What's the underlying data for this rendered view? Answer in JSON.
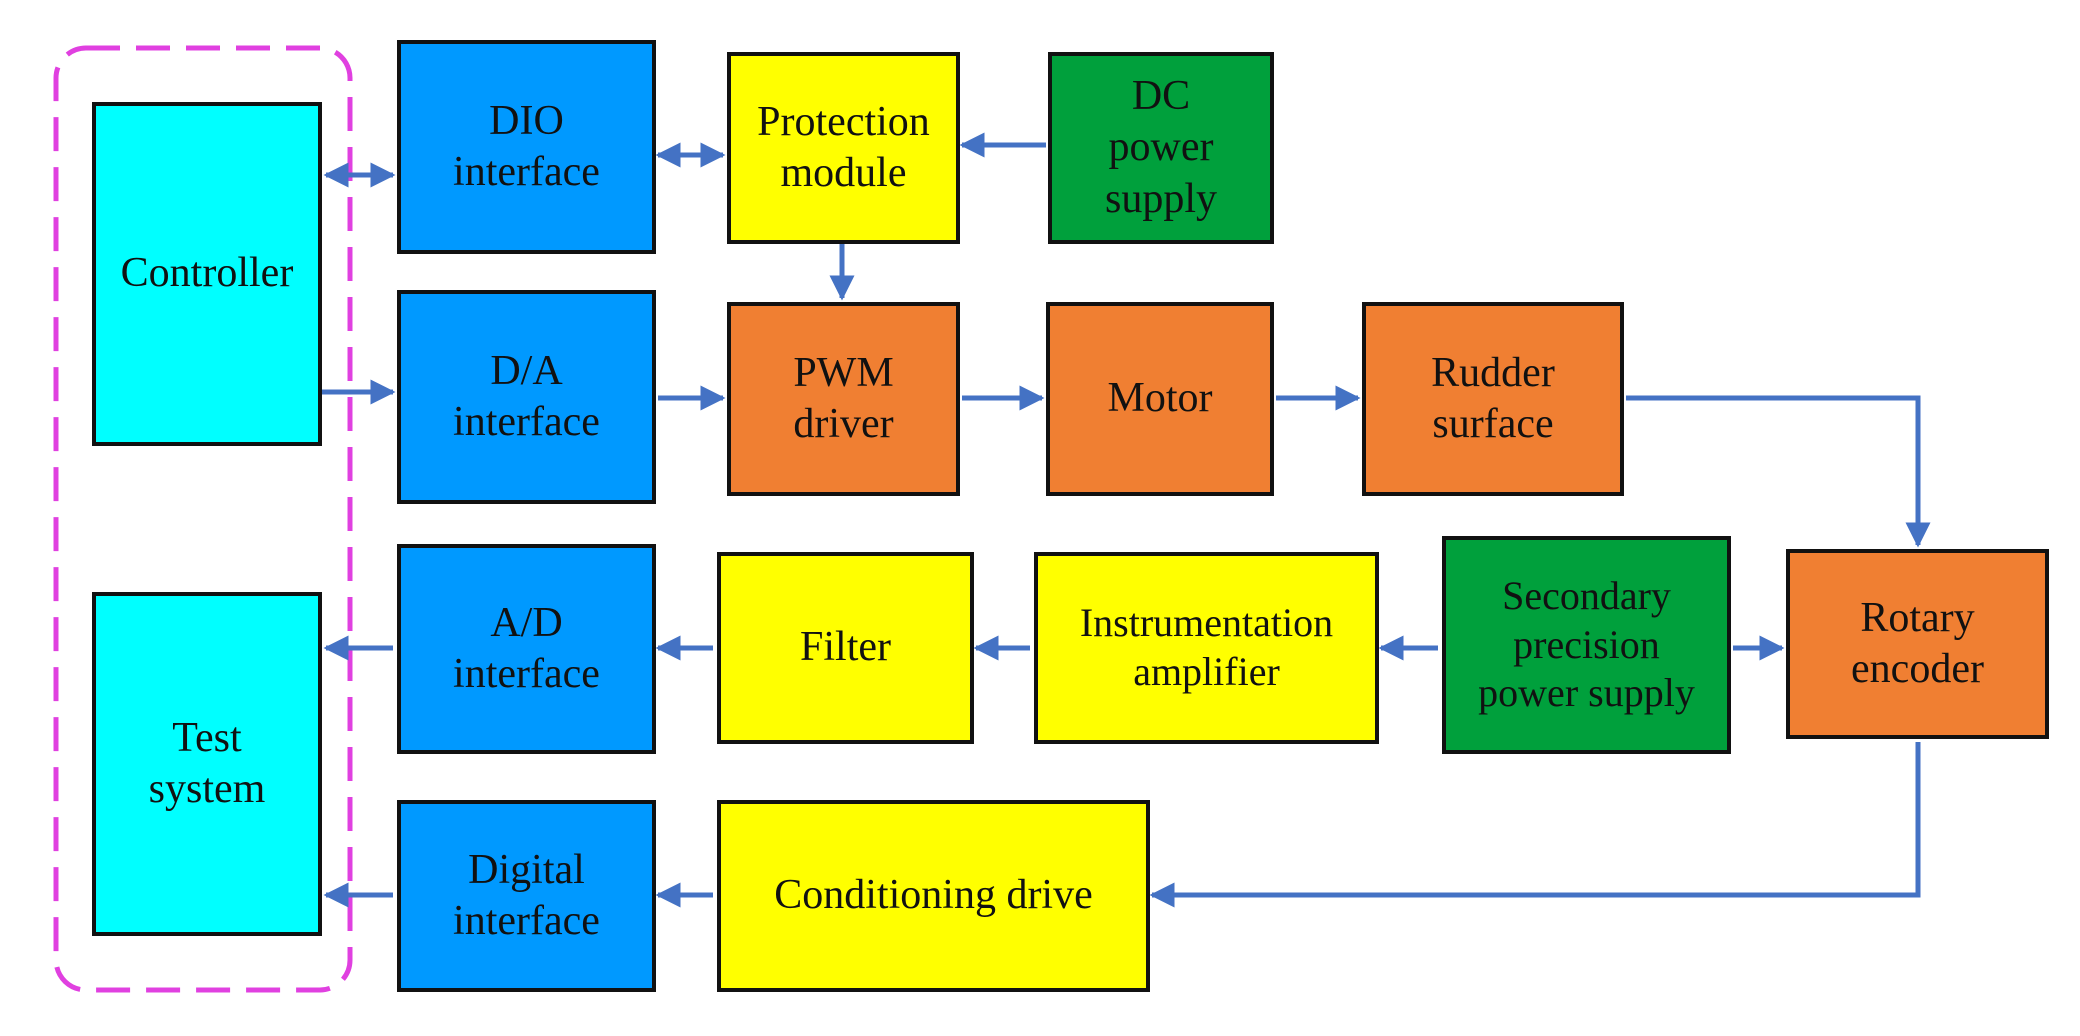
{
  "colors": {
    "cyan_block": "#00ffff",
    "interface_block": "#0099ff",
    "yellow_block": "#ffff00",
    "green_block": "#00a03c",
    "orange_block": "#f07f32",
    "arrow": "#4472c4",
    "dashed_group": "#e040e0"
  },
  "blocks": {
    "controller": "Controller",
    "test_system": "Test\nsystem",
    "dio_interface": "DIO\ninterface",
    "da_interface": "D/A\ninterface",
    "ad_interface": "A/D\ninterface",
    "digital_interface": "Digital\ninterface",
    "protection_module": "Protection\nmodule",
    "dc_power_supply": "DC\npower\nsupply",
    "pwm_driver": "PWM\ndriver",
    "motor": "Motor",
    "rudder_surface": "Rudder\nsurface",
    "filter": "Filter",
    "instrumentation_amplifier": "Instrumentation\namplifier",
    "secondary_power_supply": "Secondary\nprecision\npower supply",
    "rotary_encoder": "Rotary\nencoder",
    "conditioning_drive": "Conditioning drive"
  },
  "connections": [
    {
      "from": "controller",
      "to": "dio_interface",
      "direction": "bidirectional"
    },
    {
      "from": "dio_interface",
      "to": "protection_module",
      "direction": "bidirectional"
    },
    {
      "from": "dc_power_supply",
      "to": "protection_module",
      "direction": "forward"
    },
    {
      "from": "protection_module",
      "to": "pwm_driver",
      "direction": "forward"
    },
    {
      "from": "controller",
      "to": "da_interface",
      "direction": "forward"
    },
    {
      "from": "da_interface",
      "to": "pwm_driver",
      "direction": "forward"
    },
    {
      "from": "pwm_driver",
      "to": "motor",
      "direction": "forward"
    },
    {
      "from": "motor",
      "to": "rudder_surface",
      "direction": "forward"
    },
    {
      "from": "rudder_surface",
      "to": "rotary_encoder",
      "direction": "forward"
    },
    {
      "from": "secondary_power_supply",
      "to": "rotary_encoder",
      "direction": "forward"
    },
    {
      "from": "secondary_power_supply",
      "to": "instrumentation_amplifier",
      "direction": "forward"
    },
    {
      "from": "instrumentation_amplifier",
      "to": "filter",
      "direction": "forward"
    },
    {
      "from": "filter",
      "to": "ad_interface",
      "direction": "forward"
    },
    {
      "from": "ad_interface",
      "to": "test_system",
      "direction": "forward"
    },
    {
      "from": "rotary_encoder",
      "to": "conditioning_drive",
      "direction": "forward"
    },
    {
      "from": "conditioning_drive",
      "to": "digital_interface",
      "direction": "forward"
    },
    {
      "from": "digital_interface",
      "to": "test_system",
      "direction": "forward"
    }
  ]
}
